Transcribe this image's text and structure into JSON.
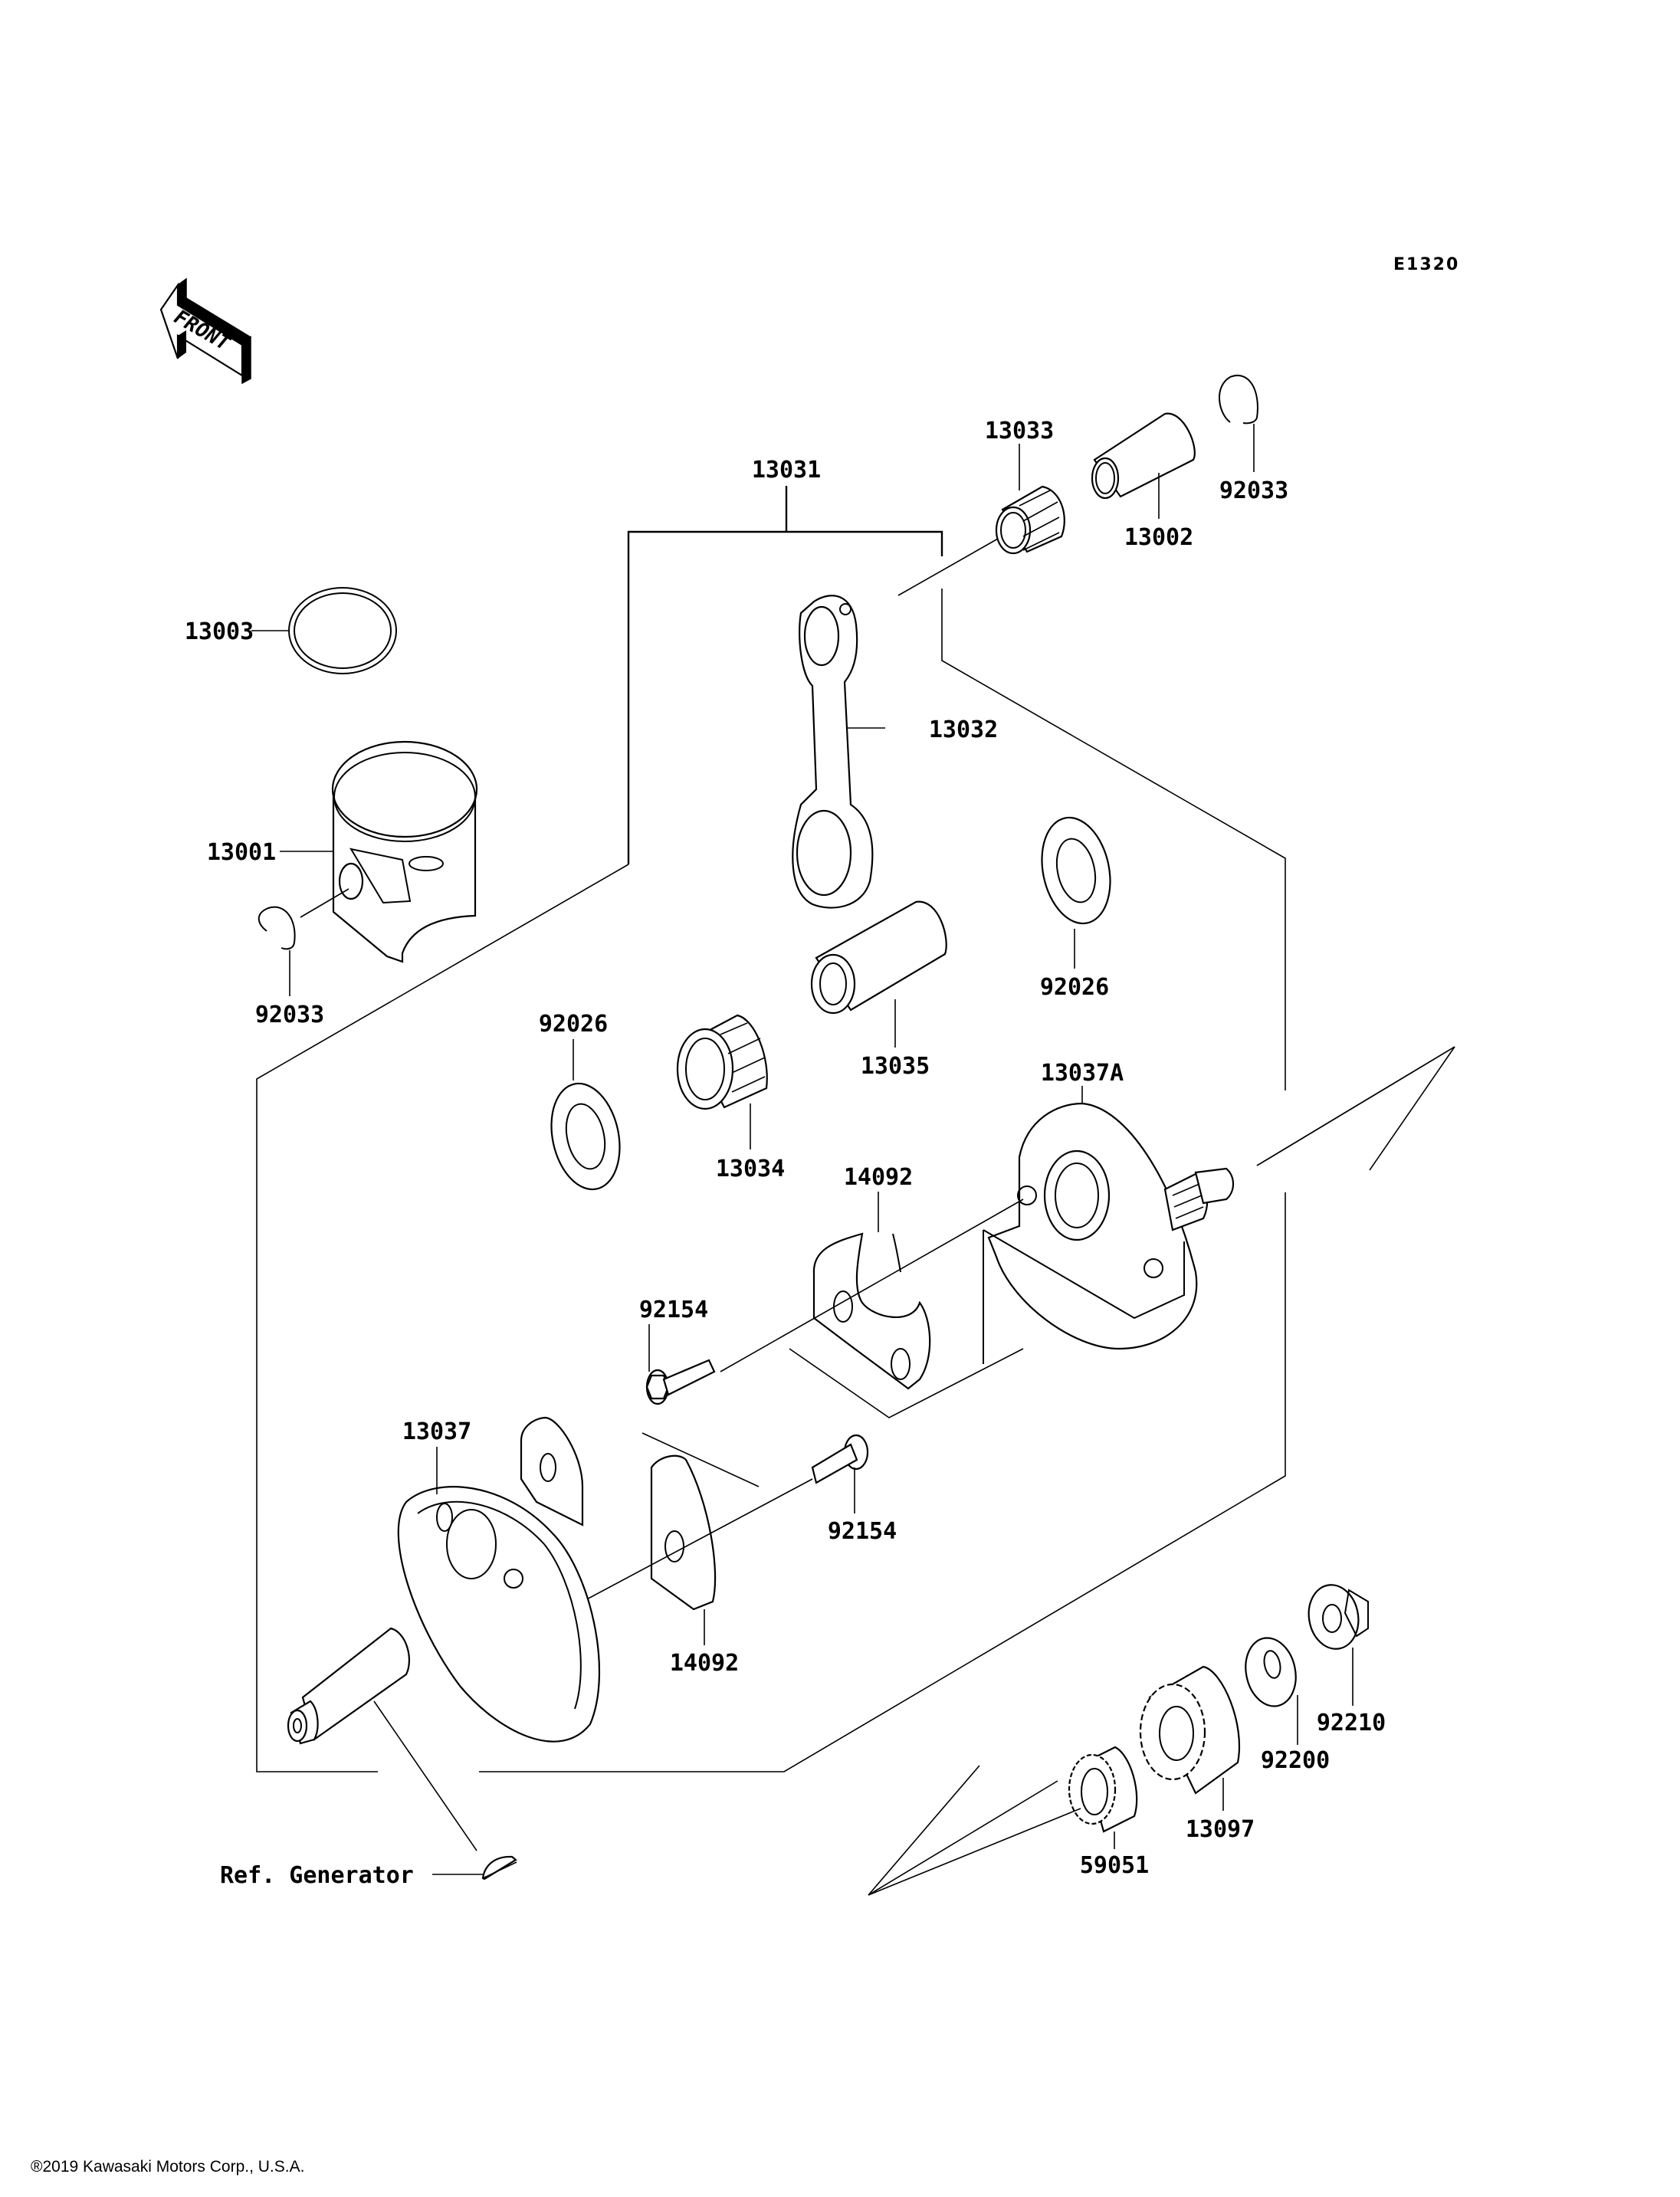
{
  "diagram": {
    "code": "E1320",
    "front_label": "FRONT",
    "ref_label": "Ref. Generator",
    "parts": {
      "p13031": "13031",
      "p13033": "13033",
      "p13002": "13002",
      "p92033_r": "92033",
      "p13003": "13003",
      "p13032": "13032",
      "p13001": "13001",
      "p92033_l": "92033",
      "p92026_r": "92026",
      "p92026_l": "92026",
      "p13035": "13035",
      "p13037A": "13037A",
      "p13034": "13034",
      "p14092_t": "14092",
      "p92154_t": "92154",
      "p13037": "13037",
      "p92154_b": "92154",
      "p14092_b": "14092",
      "p92210": "92210",
      "p92200": "92200",
      "p13097": "13097",
      "p59051": "59051"
    }
  },
  "footer": {
    "copyright": "®2019 Kawasaki Motors Corp., U.S.A."
  }
}
